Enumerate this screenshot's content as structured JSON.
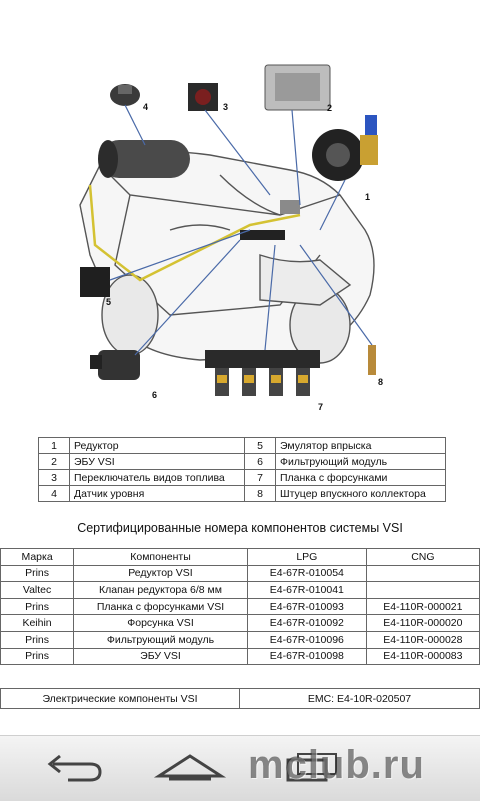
{
  "legend": [
    {
      "n1": "1",
      "t1": "Редуктор",
      "n2": "5",
      "t2": "Эмулятор впрыска"
    },
    {
      "n1": "2",
      "t1": "ЭБУ VSI",
      "n2": "6",
      "t2": "Фильтрующий модуль"
    },
    {
      "n1": "3",
      "t1": "Переключатель видов топлива",
      "n2": "7",
      "t2": "Планка с форсунками"
    },
    {
      "n1": "4",
      "t1": "Датчик уровня",
      "n2": "8",
      "t2": "Штуцер впускного коллектора"
    }
  ],
  "diagram": {
    "labels": [
      "1",
      "2",
      "3",
      "4",
      "5",
      "6",
      "7",
      "8"
    ]
  },
  "certs": {
    "title": "Сертифицированные номера компонентов системы VSI",
    "headers": [
      "Марка",
      "Компоненты",
      "LPG",
      "CNG"
    ],
    "rows": [
      [
        "Prins",
        "Редуктор VSI",
        "E4-67R-010054",
        ""
      ],
      [
        "Valtec",
        "Клапан редуктора 6/8 мм",
        "E4-67R-010041",
        ""
      ],
      [
        "Prins",
        "Планка с форсунками VSI",
        "E4-67R-010093",
        "E4-110R-000021"
      ],
      [
        "Keihin",
        "Форсунка VSI",
        "E4-67R-010092",
        "E4-110R-000020"
      ],
      [
        "Prins",
        "Фильтрующий модуль",
        "E4-67R-010096",
        "E4-110R-000028"
      ],
      [
        "Prins",
        "ЭБУ VSI",
        "E4-67R-010098",
        "E4-110R-000083"
      ]
    ]
  },
  "emc": {
    "label": "Электрические компоненты VSI",
    "value": "EMC: E4-10R-020507"
  },
  "watermark": "mclub.ru",
  "navbar": {
    "back": "back-icon",
    "home": "home-icon",
    "recents": "recents-icon"
  }
}
